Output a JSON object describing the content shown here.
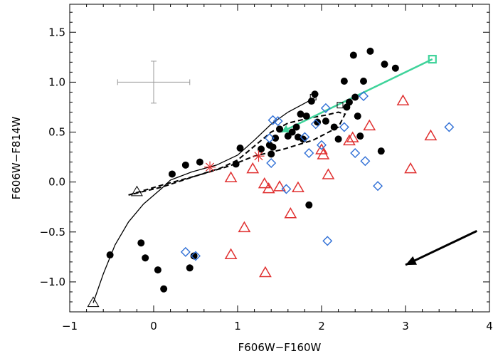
{
  "chart_data": {
    "type": "scatter",
    "title": "",
    "xlabel": "F606W−F160W",
    "ylabel": "F606W−F814W",
    "xlim": [
      -1,
      4
    ],
    "ylim": [
      -1.3,
      1.78
    ],
    "x_ticks": [
      -1,
      0,
      1,
      2,
      3,
      4
    ],
    "y_ticks": [
      -1.0,
      -0.5,
      0.0,
      0.5,
      1.0,
      1.5
    ],
    "x_tick_labels": [
      "−1",
      "0",
      "1",
      "2",
      "3",
      "4"
    ],
    "y_tick_labels": [
      "−1.0",
      "−0.5",
      "0.0",
      "0.5",
      "1.0",
      "1.5"
    ],
    "grid": false,
    "colors": {
      "black": "#000000",
      "red": "#e03030",
      "blue": "#2f6fd6",
      "green": "#3ed39a",
      "gray": "#9a9a9a"
    },
    "series": [
      {
        "marker": "filled-circle",
        "color": "#000000",
        "points": [
          [
            -0.52,
            -0.73
          ],
          [
            -0.15,
            -0.61
          ],
          [
            -0.1,
            -0.76
          ],
          [
            0.05,
            -0.88
          ],
          [
            0.12,
            -1.07
          ],
          [
            0.43,
            -0.86
          ],
          [
            0.48,
            -0.74
          ],
          [
            0.22,
            0.08
          ],
          [
            0.38,
            0.17
          ],
          [
            0.55,
            0.2
          ],
          [
            0.98,
            0.18
          ],
          [
            1.03,
            0.34
          ],
          [
            1.28,
            0.33
          ],
          [
            1.38,
            0.37
          ],
          [
            1.4,
            0.28
          ],
          [
            1.45,
            0.44
          ],
          [
            1.5,
            0.53
          ],
          [
            1.6,
            0.46
          ],
          [
            1.65,
            0.5
          ],
          [
            1.7,
            0.55
          ],
          [
            1.72,
            0.45
          ],
          [
            1.78,
            0.43
          ],
          [
            1.82,
            0.66
          ],
          [
            1.88,
            0.81
          ],
          [
            1.92,
            0.88
          ],
          [
            1.75,
            0.68
          ],
          [
            1.95,
            0.6
          ],
          [
            2.05,
            0.61
          ],
          [
            2.15,
            0.55
          ],
          [
            2.2,
            0.43
          ],
          [
            2.27,
            1.01
          ],
          [
            2.3,
            0.75
          ],
          [
            2.33,
            0.8
          ],
          [
            2.4,
            0.85
          ],
          [
            2.43,
            0.66
          ],
          [
            2.46,
            0.46
          ],
          [
            2.5,
            1.01
          ],
          [
            2.38,
            1.27
          ],
          [
            2.58,
            1.31
          ],
          [
            2.71,
            0.31
          ],
          [
            2.75,
            1.18
          ],
          [
            2.88,
            1.14
          ],
          [
            1.85,
            -0.23
          ],
          [
            1.42,
            0.35
          ]
        ]
      },
      {
        "marker": "open-triangle",
        "color": "#e03030",
        "points": [
          [
            0.92,
            0.04
          ],
          [
            1.18,
            0.13
          ],
          [
            1.32,
            -0.02
          ],
          [
            1.37,
            -0.07
          ],
          [
            1.5,
            -0.05
          ],
          [
            1.63,
            -0.32
          ],
          [
            1.72,
            -0.06
          ],
          [
            2.0,
            0.32
          ],
          [
            2.02,
            0.27
          ],
          [
            2.08,
            0.07
          ],
          [
            2.33,
            0.41
          ],
          [
            2.37,
            0.44
          ],
          [
            2.57,
            0.56
          ],
          [
            2.97,
            0.81
          ],
          [
            3.06,
            0.13
          ],
          [
            3.3,
            0.46
          ],
          [
            1.08,
            -0.46
          ],
          [
            0.92,
            -0.73
          ],
          [
            1.33,
            -0.91
          ]
        ]
      },
      {
        "marker": "open-diamond",
        "color": "#2f6fd6",
        "points": [
          [
            1.42,
            0.62
          ],
          [
            1.48,
            0.61
          ],
          [
            1.38,
            0.44
          ],
          [
            1.4,
            0.19
          ],
          [
            1.8,
            0.45
          ],
          [
            1.85,
            0.29
          ],
          [
            1.93,
            0.58
          ],
          [
            2.0,
            0.37
          ],
          [
            2.05,
            0.74
          ],
          [
            2.27,
            0.55
          ],
          [
            2.4,
            0.29
          ],
          [
            2.5,
            0.86
          ],
          [
            2.52,
            0.21
          ],
          [
            2.67,
            -0.04
          ],
          [
            3.52,
            0.55
          ],
          [
            1.58,
            -0.07
          ],
          [
            2.07,
            -0.59
          ],
          [
            0.38,
            -0.7
          ],
          [
            0.5,
            -0.74
          ]
        ]
      },
      {
        "marker": "asterisk",
        "color": "#e03030",
        "points": [
          [
            0.67,
            0.15
          ],
          [
            1.25,
            0.26
          ]
        ]
      },
      {
        "marker": "open-triangle",
        "color": "#000000",
        "points": [
          [
            -0.2,
            -0.1
          ],
          [
            -0.72,
            -1.21
          ]
        ]
      },
      {
        "marker": "open-square",
        "color": "#000000",
        "points": [
          [
            1.9,
            0.85
          ],
          [
            2.22,
            0.77
          ]
        ]
      }
    ],
    "curves": [
      {
        "style": "solid",
        "color": "#000000",
        "points": [
          [
            -0.72,
            -1.21
          ],
          [
            -0.6,
            -0.92
          ],
          [
            -0.46,
            -0.63
          ],
          [
            -0.3,
            -0.4
          ],
          [
            -0.12,
            -0.22
          ],
          [
            0.1,
            -0.06
          ],
          [
            0.2,
            0.02
          ],
          [
            0.45,
            0.1
          ],
          [
            0.75,
            0.17
          ],
          [
            1.0,
            0.27
          ],
          [
            1.2,
            0.42
          ],
          [
            1.4,
            0.58
          ],
          [
            1.6,
            0.7
          ],
          [
            1.8,
            0.79
          ],
          [
            1.93,
            0.85
          ]
        ]
      },
      {
        "style": "dashed",
        "color": "#000000",
        "points": [
          [
            -0.3,
            -0.13
          ],
          [
            0.1,
            -0.03
          ],
          [
            0.5,
            0.06
          ],
          [
            0.8,
            0.14
          ],
          [
            1.0,
            0.22
          ],
          [
            1.2,
            0.36
          ],
          [
            1.4,
            0.5
          ],
          [
            1.6,
            0.59
          ],
          [
            1.85,
            0.64
          ],
          [
            2.05,
            0.67
          ],
          [
            2.2,
            0.7
          ],
          [
            2.28,
            0.68
          ],
          [
            2.2,
            0.55
          ],
          [
            1.9,
            0.42
          ],
          [
            1.55,
            0.33
          ],
          [
            1.2,
            0.26
          ],
          [
            0.9,
            0.16
          ],
          [
            0.5,
            0.06
          ],
          [
            0.1,
            -0.05
          ],
          [
            -0.3,
            -0.13
          ]
        ]
      }
    ],
    "vector": {
      "color": "#3ed39a",
      "from": [
        1.52,
        0.5
      ],
      "to": [
        3.32,
        1.23
      ]
    },
    "error_cross": {
      "color": "#9a9a9a",
      "center": [
        0.0,
        1.0
      ],
      "xerr": 0.43,
      "yerr": 0.21
    },
    "reddening_arrow": {
      "color": "#000000",
      "from": [
        3.85,
        -0.49
      ],
      "to": [
        3.0,
        -0.83
      ]
    }
  }
}
